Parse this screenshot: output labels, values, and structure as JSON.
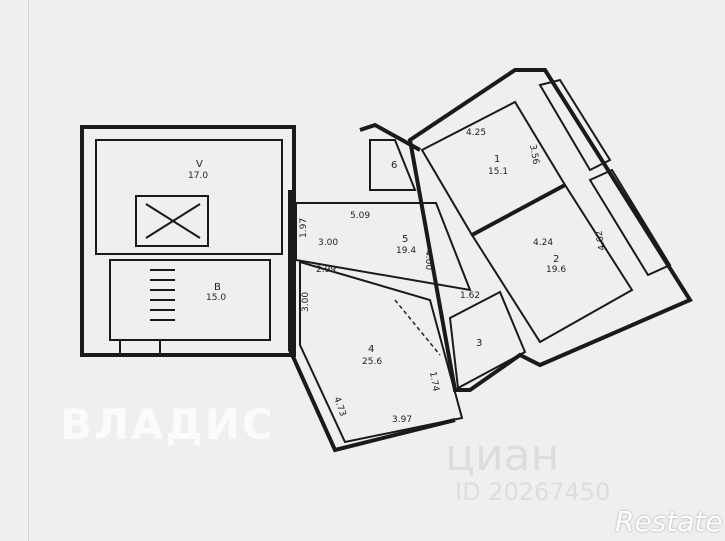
{
  "rooms": [
    {
      "number": "1",
      "area": "15.1"
    },
    {
      "number": "2",
      "area": "19.6"
    },
    {
      "number": "3",
      "area": ""
    },
    {
      "number": "4",
      "area": "25.6"
    },
    {
      "number": "5",
      "area": "19.4"
    },
    {
      "number": "6",
      "area": ""
    },
    {
      "number": "V",
      "area": "17.0"
    },
    {
      "number": "B",
      "area": "15.0"
    }
  ],
  "dimensions": [
    "4.25",
    "3.56",
    "4.24",
    "4.62",
    "5.09",
    "1.97",
    "3.00",
    "2.99",
    "3.00",
    "4.00",
    "1.62",
    "1.74",
    "3.97",
    "4.73"
  ],
  "watermarks": {
    "vladis": "ВЛАДИС",
    "cian": "циан",
    "cian_id": "ID 20267450",
    "restate": "Restate"
  }
}
